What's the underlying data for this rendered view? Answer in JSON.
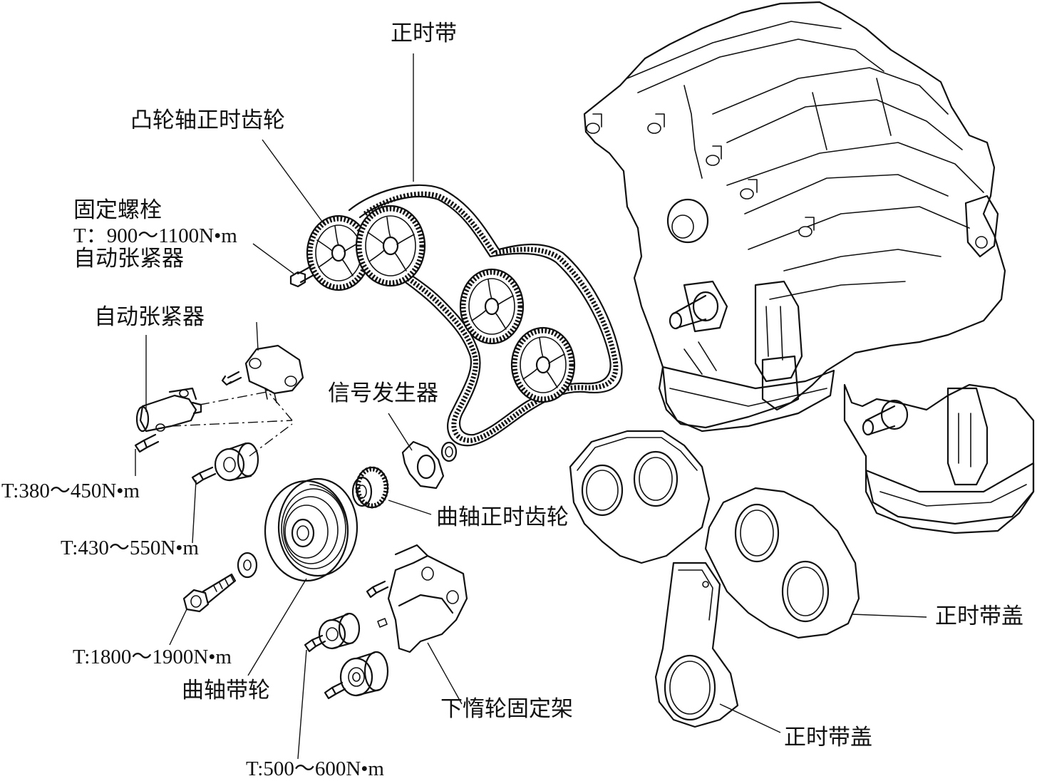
{
  "labels": {
    "timing_belt": "正时带",
    "camshaft_timing_gear": "凸轮轴正时齿轮",
    "fixing_bolt": "固定螺栓",
    "fixing_bolt_torque": "T：900～1100N•m",
    "fixing_bolt_auto_tensioner": "自动张紧器",
    "auto_tensioner": "自动张紧器",
    "signal_generator": "信号发生器",
    "torque_380_450": "T:380～450N•m",
    "torque_430_550": "T:430～550N•m",
    "crankshaft_timing_gear": "曲轴正时齿轮",
    "timing_belt_cover_upper": "正时带盖",
    "torque_1800_1900": "T:1800～1900N•m",
    "crankshaft_pulley": "曲轴带轮",
    "lower_idler_bracket": "下惰轮固定架",
    "timing_belt_cover_lower": "正时带盖",
    "torque_500_600": "T:500～600N•m"
  }
}
